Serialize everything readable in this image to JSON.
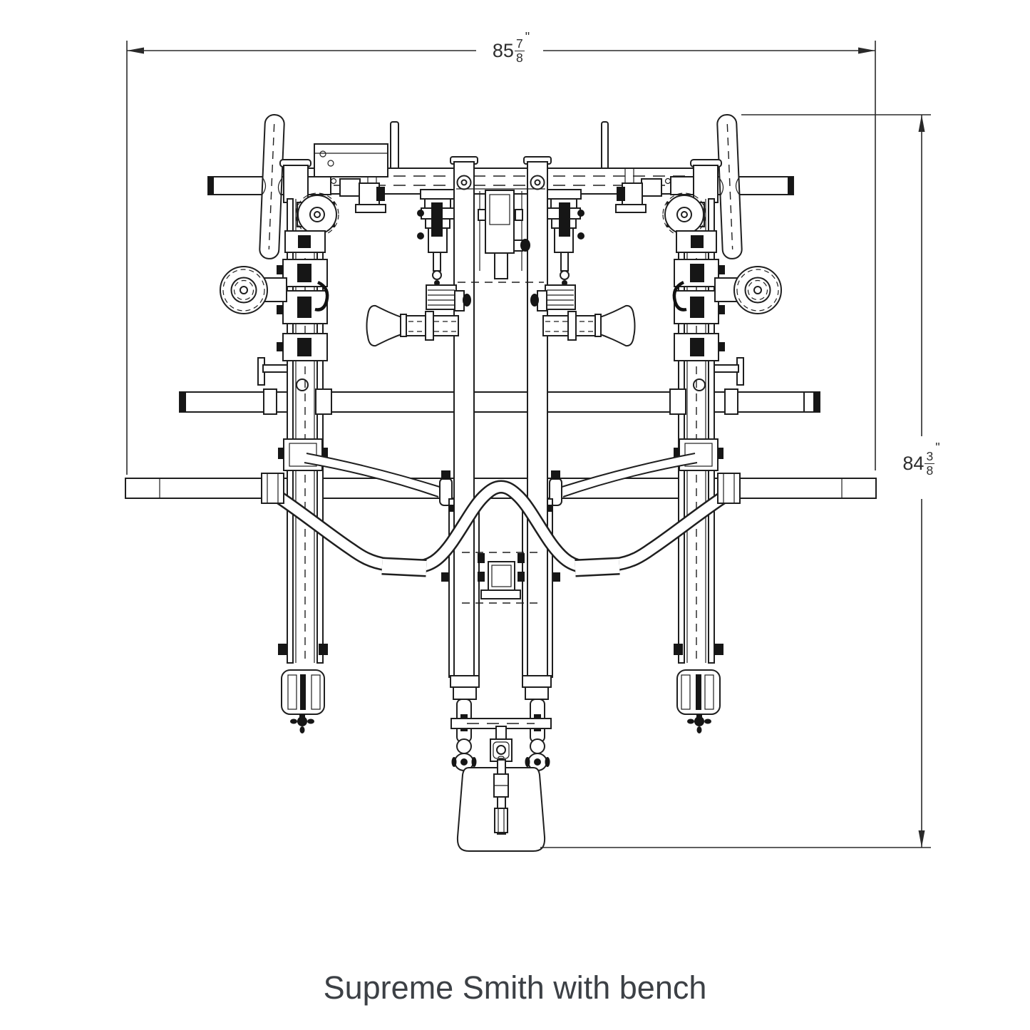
{
  "caption": {
    "text": "Supreme Smith with bench"
  },
  "dimensions": {
    "width": {
      "whole": "85",
      "numerator": "7",
      "denominator": "8",
      "unit": "\"",
      "label": "85 7/8 in"
    },
    "height": {
      "whole": "84",
      "numerator": "3",
      "denominator": "8",
      "unit": "\"",
      "label": "84 3/8 in"
    }
  },
  "drawing": {
    "background_color": "#ffffff",
    "line_color": "#1f1f1f",
    "caption_color": "#3c4045"
  }
}
